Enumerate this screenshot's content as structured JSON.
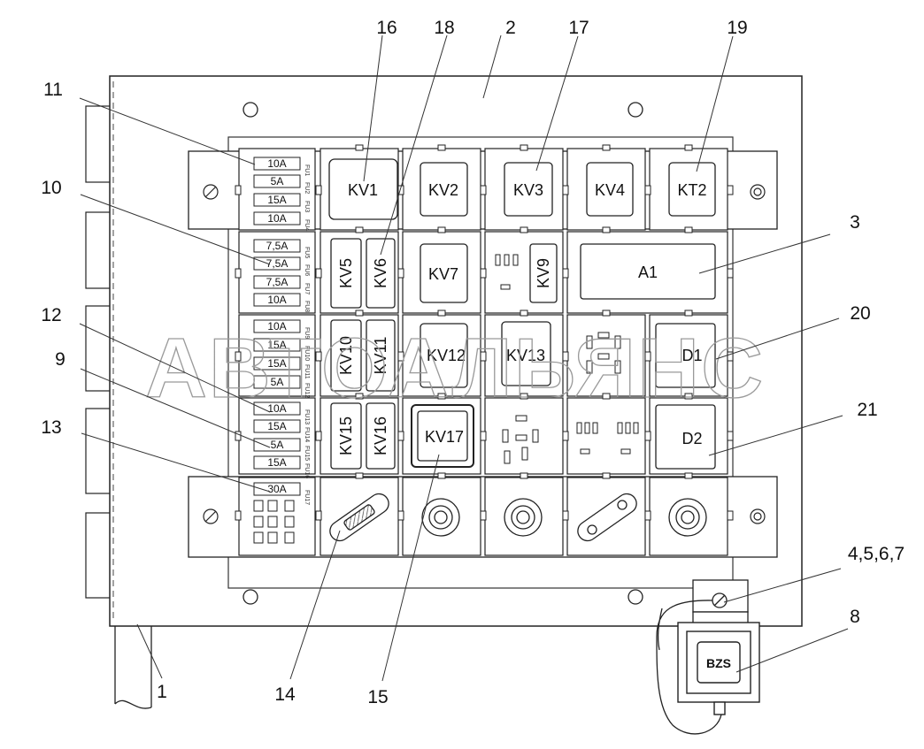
{
  "callouts": [
    "1",
    "2",
    "3",
    "4,5,6,7",
    "8",
    "9",
    "10",
    "11",
    "12",
    "13",
    "14",
    "15",
    "16",
    "17",
    "18",
    "19",
    "20",
    "21"
  ],
  "relays": {
    "kv1": "KV1",
    "kv2": "KV2",
    "kv3": "KV3",
    "kv4": "KV4",
    "kt2": "KT2",
    "kv5": "KV5",
    "kv6": "KV6",
    "kv7": "KV7",
    "kv9": "KV9",
    "a1": "A1",
    "kv10": "KV10",
    "kv11": "KV11",
    "kv12": "KV12",
    "kv13": "KV13",
    "d1": "D1",
    "kv15": "KV15",
    "kv16": "KV16",
    "kv17": "KV17",
    "d2": "D2"
  },
  "fuses": [
    "10A",
    "5A",
    "15A",
    "10A",
    "7,5A",
    "7,5A",
    "7,5A",
    "10A",
    "10A",
    "15A",
    "15A",
    "5A",
    "10A",
    "15A",
    "5A",
    "15A",
    "30A"
  ],
  "fuse_codes": [
    "FU1",
    "FU2",
    "FU3",
    "FU4",
    "FU5",
    "FU6",
    "FU7",
    "FU8",
    "FU9",
    "FU10",
    "FU11",
    "FU12",
    "FU13",
    "FU14",
    "FU15",
    "FU16",
    "FU17"
  ],
  "button_label": "BZS",
  "watermark": "АВТОАЛЬЯНС"
}
